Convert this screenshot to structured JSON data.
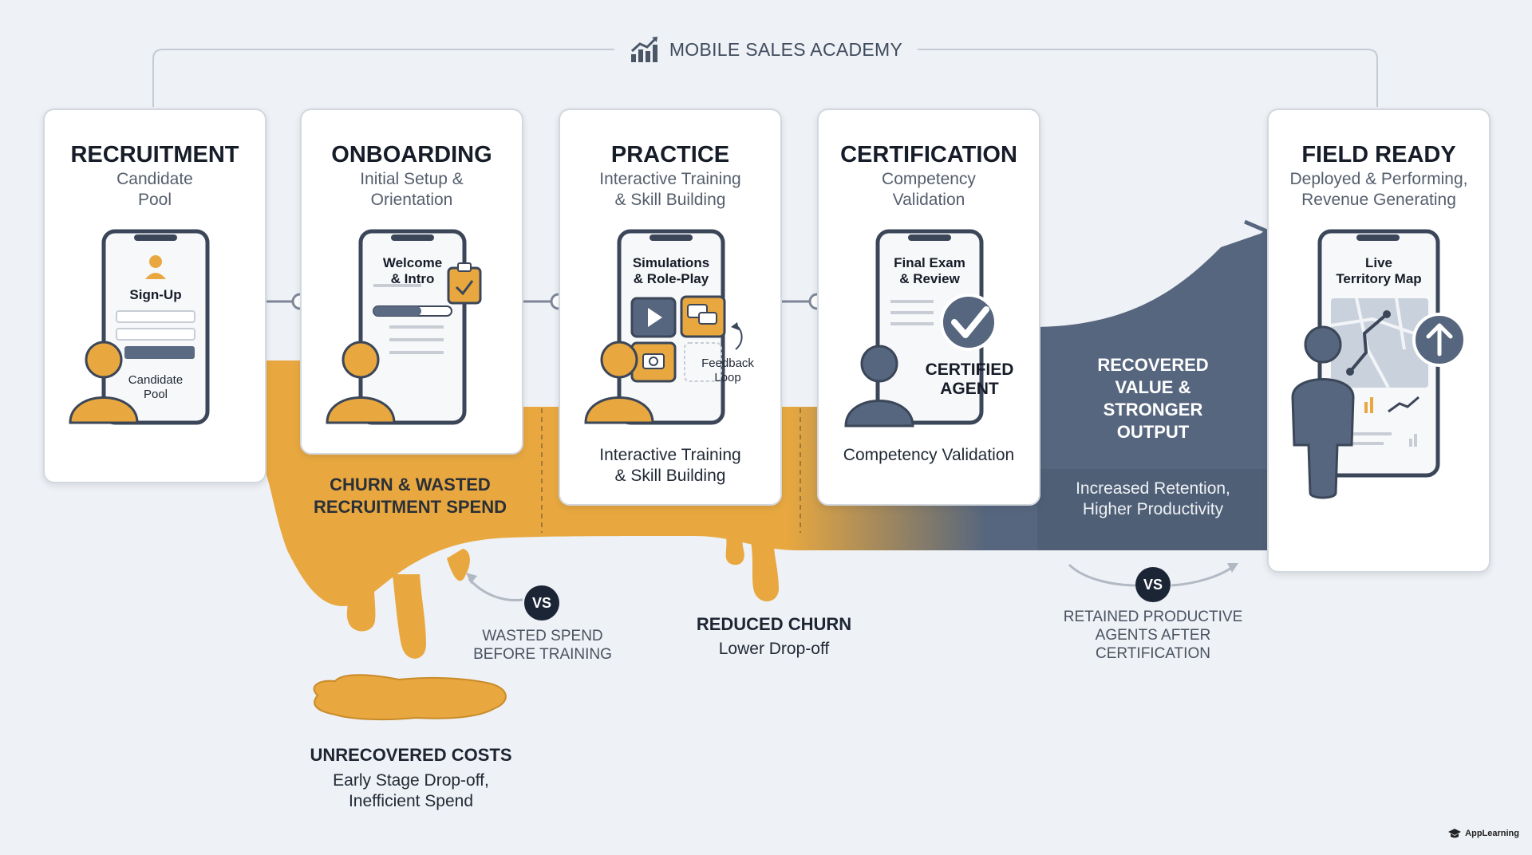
{
  "header": {
    "title": "MOBILE SALES ACADEMY",
    "icon": "growth-chart-icon"
  },
  "stages": [
    {
      "title": "RECRUITMENT",
      "subtitle": "Candidate\nPool",
      "screen_title": "Sign-Up",
      "overlay_label": "Candidate\nPool"
    },
    {
      "title": "ONBOARDING",
      "subtitle": "Initial Setup &\nOrientation",
      "screen_title": "Welcome\n& Intro"
    },
    {
      "title": "PRACTICE",
      "subtitle": "Interactive Training\n& Skill Building",
      "screen_title": "Simulations\n& Role-Play",
      "side_label": "Feedback\nLoop",
      "bottom_label": "Interactive Training\n& Skill Building"
    },
    {
      "title": "CERTIFICATION",
      "subtitle": "Competency\nValidation",
      "screen_title": "Final Exam\n& Review",
      "badge_label": "CERTIFIED\nAGENT",
      "bottom_label": "Competency Validation"
    },
    {
      "title": "FIELD READY",
      "subtitle": "Deployed & Performing,\nRevenue Generating",
      "screen_title": "Live\nTerritory Map"
    }
  ],
  "flow_labels": {
    "churn": "CHURN & WASTED\nRECRUITMENT SPEND",
    "recovered": "RECOVERED\nVALUE &\nSTRONGER\nOUTPUT",
    "recovered_sub": "Increased Retention,\nHigher Productivity"
  },
  "annotations": {
    "vs_label": "VS",
    "wasted_before": "WASTED SPEND\nBEFORE TRAINING",
    "reduced_churn_title": "REDUCED CHURN",
    "reduced_churn_sub": "Lower Drop-off",
    "unrecovered_title": "UNRECOVERED COSTS",
    "unrecovered_sub": "Early Stage Drop-off,\nInefficient Spend",
    "retained": "RETAINED PRODUCTIVE\nAGENTS AFTER\nCERTIFICATION"
  },
  "brand": {
    "logo_text": "AppLearning"
  },
  "colors": {
    "orange": "#e8a83f",
    "slate": "#56667e",
    "navy": "#1c2536",
    "card_border": "#d3d8df",
    "background": "#eef1f5"
  }
}
